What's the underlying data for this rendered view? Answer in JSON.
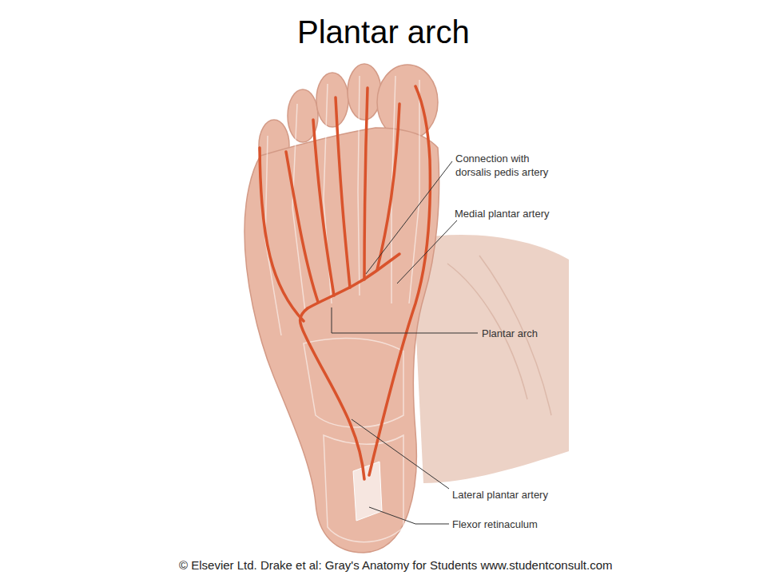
{
  "diagram": {
    "title": "Plantar arch",
    "caption": "© Elsevier Ltd. Drake et al: Gray's Anatomy for Students www.studentconsult.com",
    "labels": [
      "Connection with dorsalis pedis artery",
      "Medial plantar artery",
      "Plantar arch",
      "Lateral plantar artery",
      "Flexor retinaculum"
    ]
  }
}
